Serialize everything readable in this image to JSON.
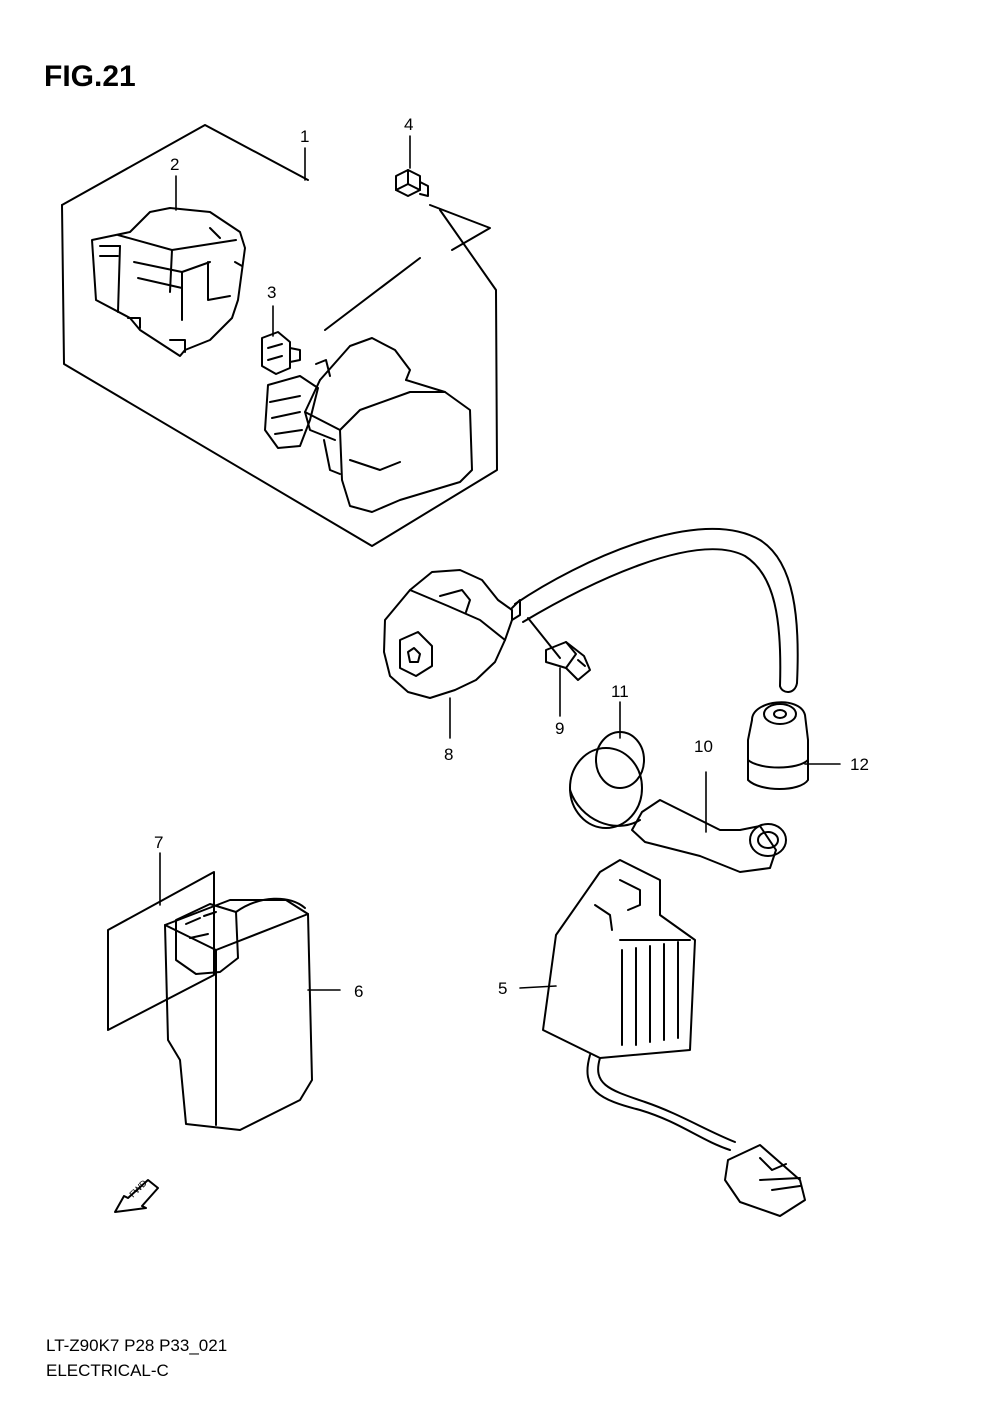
{
  "figure": {
    "title": "FIG.21"
  },
  "callouts": [
    "1",
    "2",
    "3",
    "4",
    "5",
    "6",
    "7",
    "8",
    "9",
    "10",
    "11",
    "12"
  ],
  "fwd_label": "FWD",
  "footer": {
    "model": "LT-Z90K7 P28 P33_021",
    "section": "ELECTRICAL-C"
  }
}
